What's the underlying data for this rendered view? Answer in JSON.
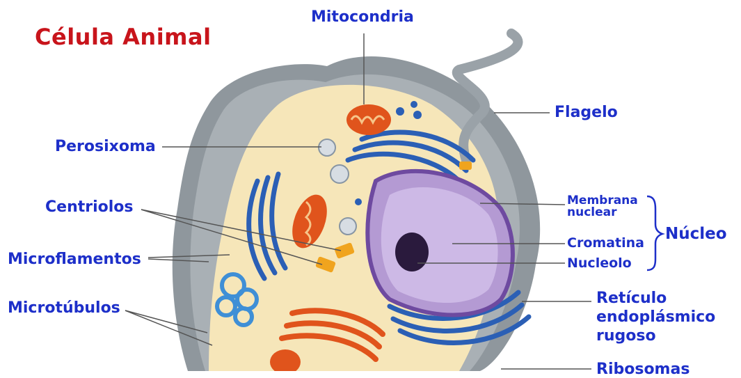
{
  "title": "Célula Animal",
  "labels": {
    "mitocondria": "Mitocondria",
    "flagelo": "Flagelo",
    "perosixoma": "Perosixoma",
    "centriolos": "Centriolos",
    "microflamentos": "Microflamentos",
    "microtubulos": "Microtúbulos",
    "membrana_1": "Membrana",
    "membrana_2": "nuclear",
    "cromatina": "Cromatina",
    "nucleolo": "Nucleolo",
    "nucleo": "Núcleo",
    "reticulo_1": "Retículo",
    "reticulo_2": "endoplásmico",
    "reticulo_3": "rugoso",
    "ribosomas": "Ribosomas"
  },
  "colors": {
    "title": "#c8141b",
    "label": "#1d2fc9",
    "leader_line": "#555555",
    "cytoplasm": "#f6e6b9",
    "membrane": "#8e969c",
    "nucleus": "#b49ad3",
    "mitochondria": "#e0541c",
    "er": "#2b5fb5"
  }
}
